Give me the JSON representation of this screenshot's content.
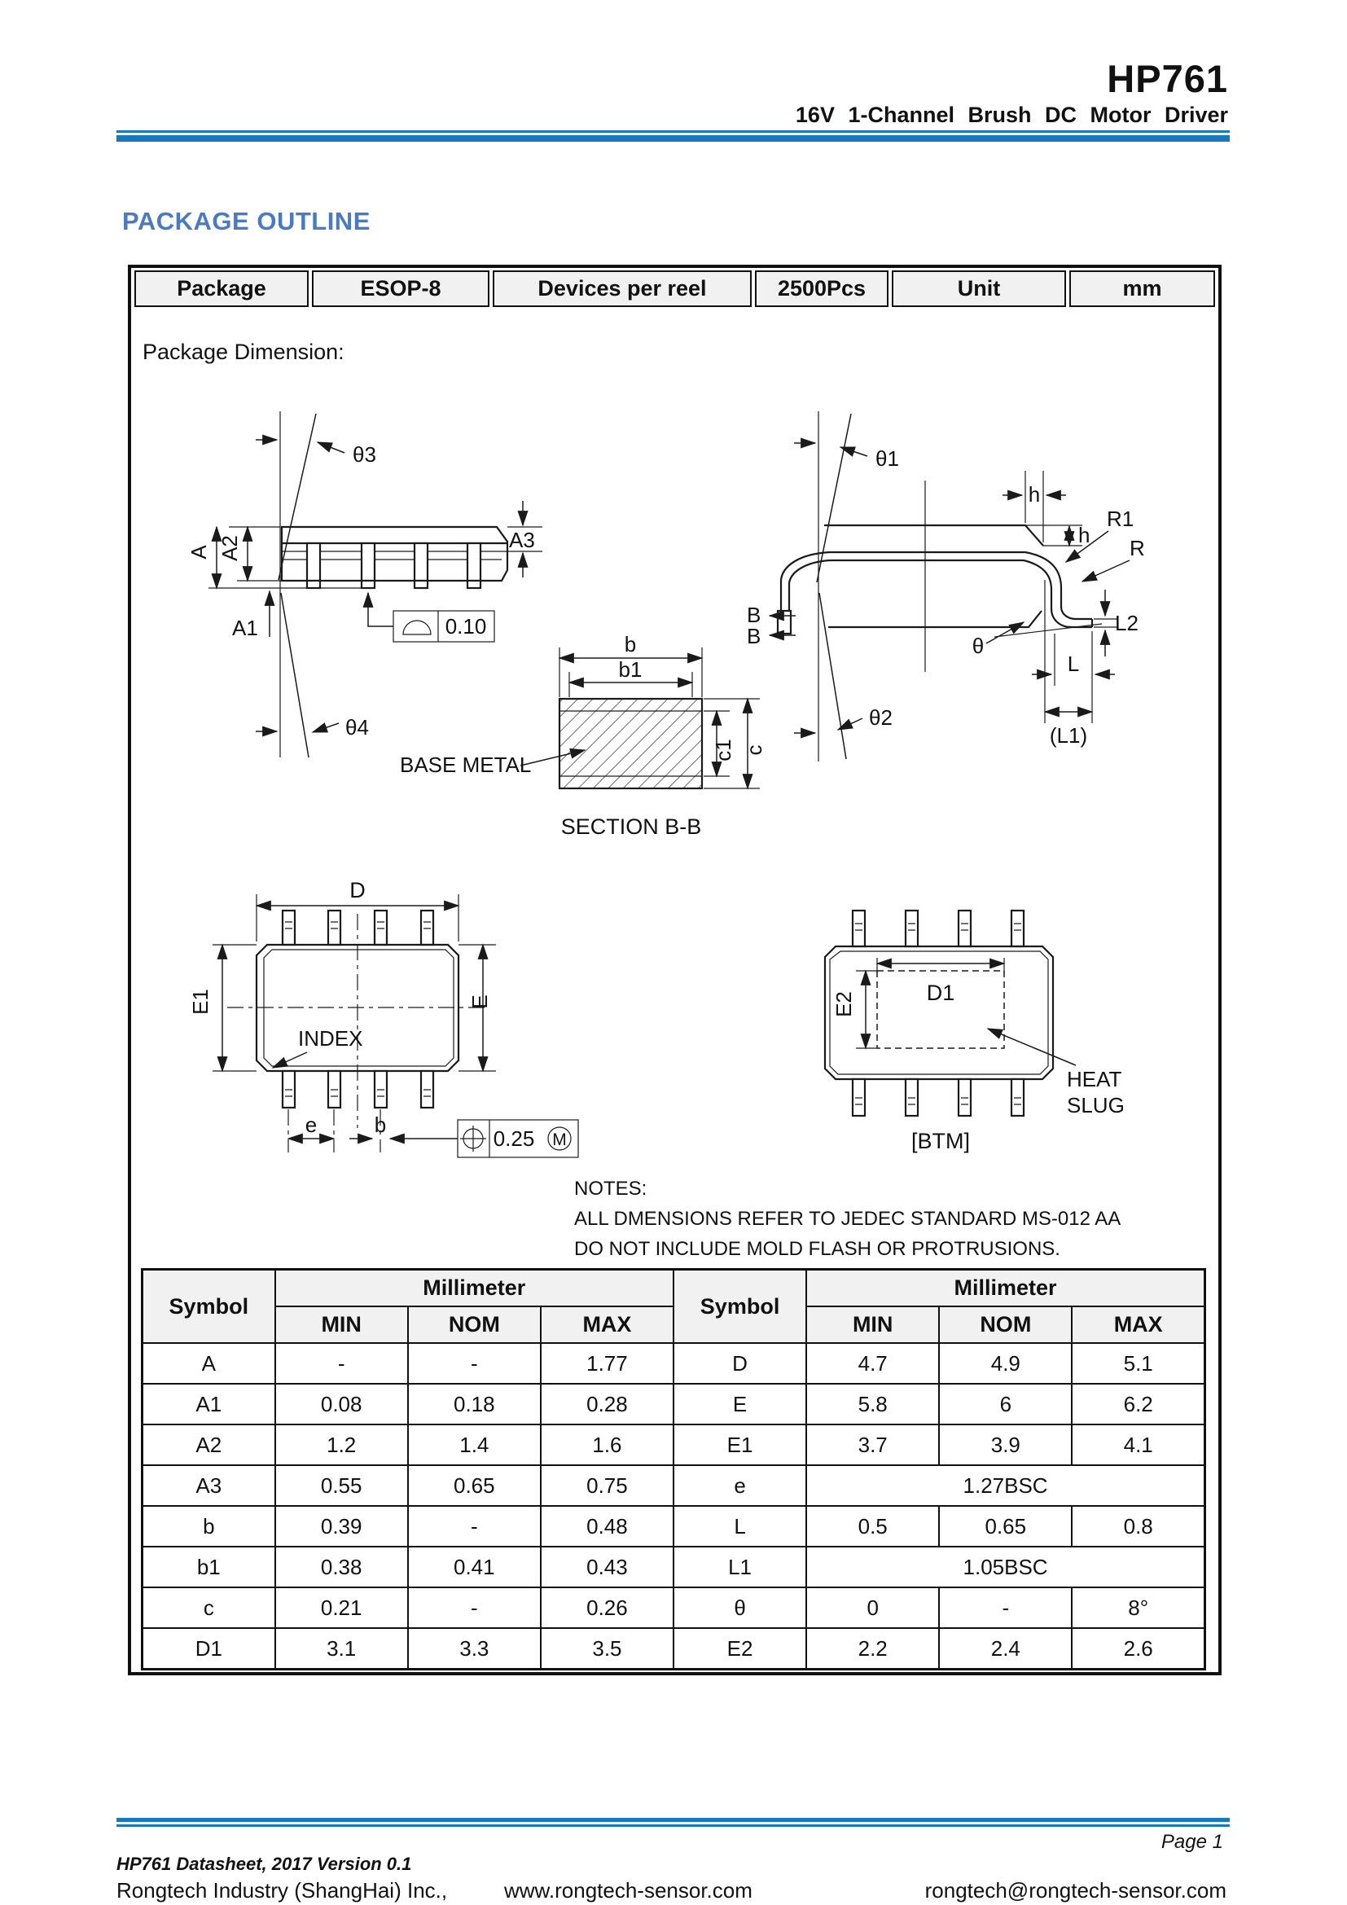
{
  "header": {
    "title": "HP761",
    "subtitle": "16V 1-Channel Brush DC Motor Driver"
  },
  "section_title": "PACKAGE OUTLINE",
  "package_info": {
    "package_label": "Package",
    "package_value": "ESOP-8",
    "devices_label": "Devices per reel",
    "devices_value": "2500Pcs",
    "unit_label": "Unit",
    "unit_value": "mm"
  },
  "drawing": {
    "caption": "Package Dimension:",
    "side_view": {
      "theta3": "θ3",
      "theta4": "θ4",
      "a": "A",
      "a1": "A1",
      "a2": "A2",
      "a3": "A3",
      "flatness": "0.10"
    },
    "lead_view": {
      "theta1": "θ1",
      "theta2": "θ2",
      "h_top": "h",
      "h_side": "h",
      "r1": "R1",
      "r": "R",
      "l2": "L2",
      "theta": "θ",
      "l": "L",
      "l1": "(L1)",
      "b_upper": "B",
      "b_lower": "B"
    },
    "section_view": {
      "b": "b",
      "b1": "b1",
      "c1": "c1",
      "c": "c",
      "base_metal": "BASE METAL",
      "caption": "SECTION  B-B"
    },
    "top_view": {
      "d": "D",
      "e1": "E1",
      "e_right": "E",
      "index": "INDEX",
      "e_pitch": "e",
      "b": "b",
      "tolerance": "0.25",
      "modifier": "M"
    },
    "bottom_view": {
      "d1": "D1",
      "e2": "E2",
      "heat_line1": "HEAT",
      "heat_line2": "SLUG",
      "btm": "[BTM]"
    }
  },
  "notes": {
    "title": "NOTES:",
    "line1": "ALL DMENSIONS REFER TO JEDEC STANDARD MS-012 AA",
    "line2": "DO NOT INCLUDE MOLD FLASH OR PROTRUSIONS."
  },
  "dim_table": {
    "symbol_header": "Symbol",
    "unit_header": "Millimeter",
    "min": "MIN",
    "nom": "NOM",
    "max": "MAX",
    "left_rows": [
      {
        "symbol": "A",
        "min": "-",
        "nom": "-",
        "max": "1.77"
      },
      {
        "symbol": "A1",
        "min": "0.08",
        "nom": "0.18",
        "max": "0.28"
      },
      {
        "symbol": "A2",
        "min": "1.2",
        "nom": "1.4",
        "max": "1.6"
      },
      {
        "symbol": "A3",
        "min": "0.55",
        "nom": "0.65",
        "max": "0.75"
      },
      {
        "symbol": "b",
        "min": "0.39",
        "nom": "-",
        "max": "0.48"
      },
      {
        "symbol": "b1",
        "min": "0.38",
        "nom": "0.41",
        "max": "0.43"
      },
      {
        "symbol": "c",
        "min": "0.21",
        "nom": "-",
        "max": "0.26"
      },
      {
        "symbol": "D1",
        "min": "3.1",
        "nom": "3.3",
        "max": "3.5"
      }
    ],
    "right_rows": [
      {
        "symbol": "D",
        "min": "4.7",
        "nom": "4.9",
        "max": "5.1"
      },
      {
        "symbol": "E",
        "min": "5.8",
        "nom": "6",
        "max": "6.2"
      },
      {
        "symbol": "E1",
        "min": "3.7",
        "nom": "3.9",
        "max": "4.1"
      },
      {
        "symbol": "e",
        "span": "1.27BSC"
      },
      {
        "symbol": "L",
        "min": "0.5",
        "nom": "0.65",
        "max": "0.8"
      },
      {
        "symbol": "L1",
        "span": "1.05BSC"
      },
      {
        "symbol": "θ",
        "min": "0",
        "nom": "-",
        "max": "8°"
      },
      {
        "symbol": "E2",
        "min": "2.2",
        "nom": "2.4",
        "max": "2.6"
      }
    ]
  },
  "footer": {
    "doc_info": "HP761 Datasheet, 2017 Version 0.1",
    "page": "Page 1",
    "company": "Rongtech Industry (ShangHai) Inc.,",
    "website": "www.rongtech-sensor.com",
    "email": "rongtech@rongtech-sensor.com"
  },
  "colors": {
    "accent_blue": "#1878be",
    "heading_blue": "#4a7abf"
  }
}
